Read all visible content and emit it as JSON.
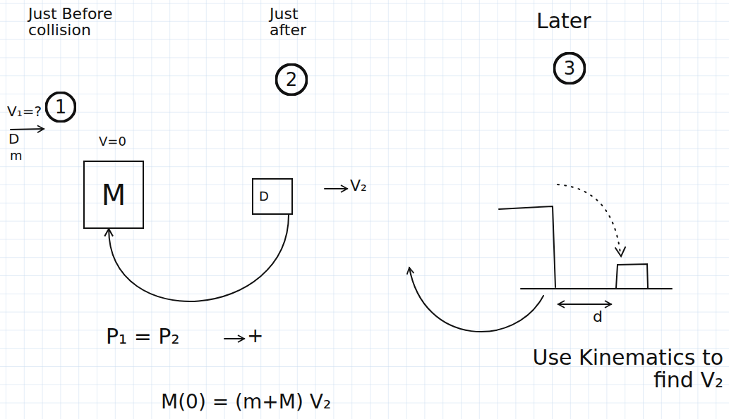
{
  "diagram": {
    "nodes": [
      {
        "text": [
          "1"
        ]
      },
      {
        "text": [
          "2"
        ]
      },
      {
        "text": [
          "3"
        ]
      },
      {
        "text": [
          "M"
        ]
      },
      {
        "text": [
          "D"
        ]
      }
    ],
    "edges": [
      {
        "from": 4,
        "to": 3,
        "arrow": "to"
      }
    ],
    "labels": [
      "Just Before collision",
      "Just after",
      "Later",
      "V=0",
      "V₁=?",
      "D",
      "m",
      "V₂",
      "P₁ = P₂",
      "+",
      "d",
      "Use Kinematics to find V₂",
      "M(0) = (m+M) V₂"
    ]
  }
}
